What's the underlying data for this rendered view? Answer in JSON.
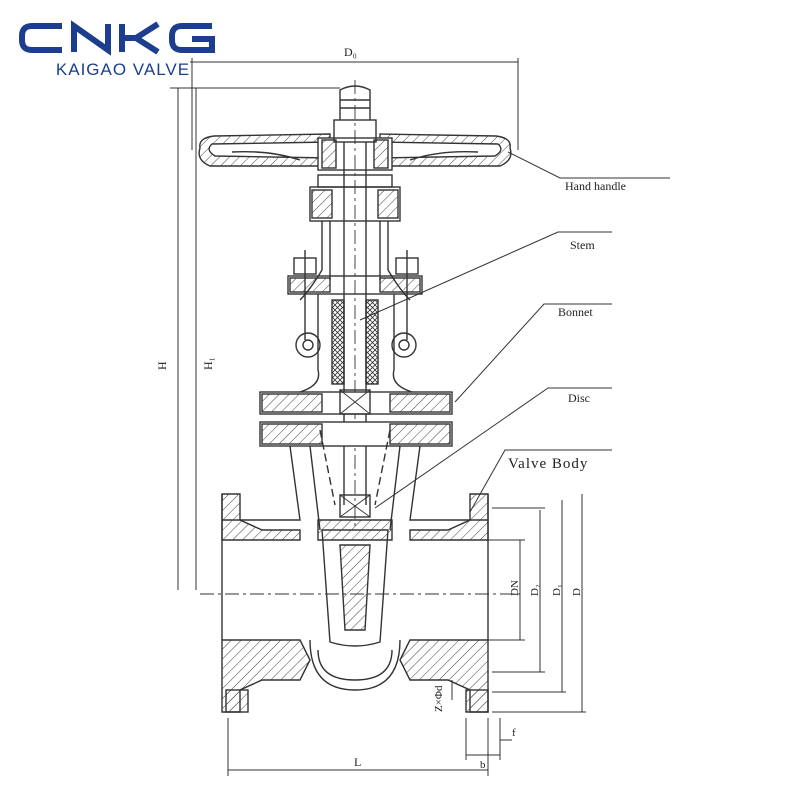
{
  "brand": {
    "name": "CNKG",
    "subtitle": "KAIGAO VALVE",
    "color": "#1d3d8f"
  },
  "callouts": {
    "hand_handle": "Hand handle",
    "stem": "Stem",
    "bonnet": "Bonnet",
    "disc": "Disc",
    "valve_body": "Valve Body"
  },
  "dimensions": {
    "d0": "D₀",
    "h": "H",
    "h1": "H₁",
    "dn": "DN",
    "d2": "D₂",
    "d1": "D₁",
    "d": "D",
    "z_phi_d": "Z×Φd",
    "l": "L",
    "b": "b",
    "f": "f"
  },
  "line_color": "#333333"
}
